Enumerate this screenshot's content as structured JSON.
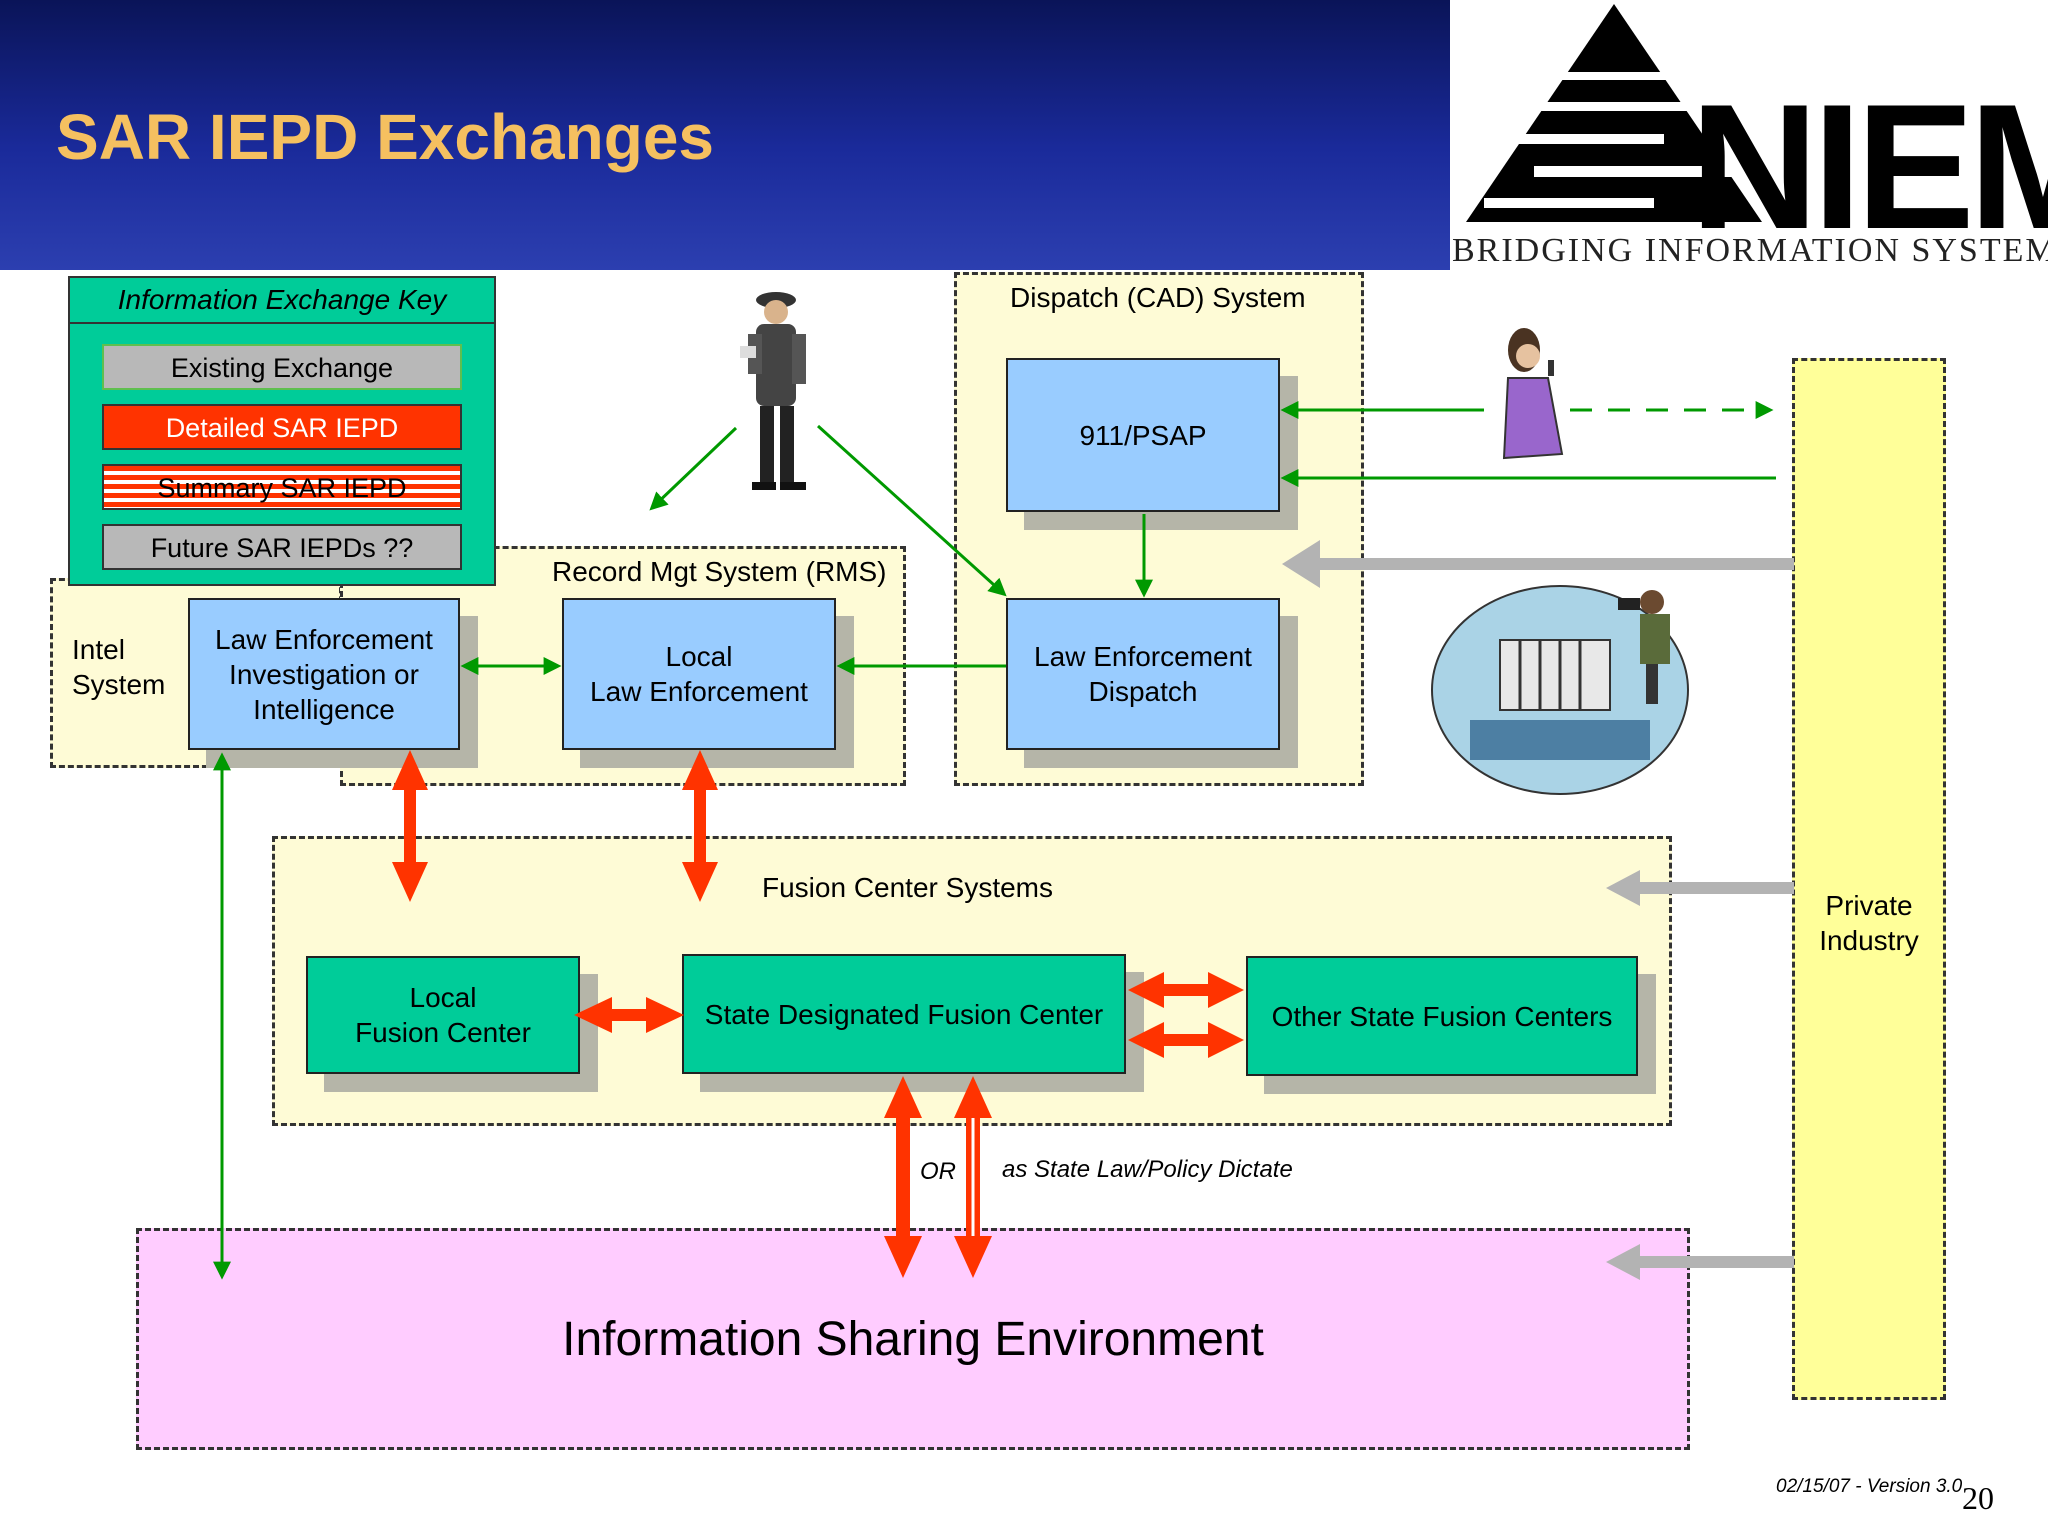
{
  "title": "SAR IEPD Exchanges",
  "logo": {
    "word": "NIEM",
    "tagline": "BRIDGING INFORMATION SYSTEMS"
  },
  "key": {
    "heading": "Information Exchange Key",
    "items": [
      "Existing Exchange",
      "Detailed SAR IEPD",
      "Summary SAR IEPD",
      "Future SAR IEPDs ??"
    ]
  },
  "regions": {
    "intel": [
      "Intel",
      "System"
    ],
    "rms": "Record Mgt System (RMS)",
    "cad": "Dispatch (CAD) System",
    "fusion": "Fusion Center Systems",
    "private": [
      "Private",
      "Industry"
    ],
    "ise": "Information Sharing Environment"
  },
  "boxes": {
    "le_investigation": [
      "Law Enforcement",
      "Investigation or",
      "Intelligence"
    ],
    "local_le": [
      "Local",
      "Law Enforcement"
    ],
    "psap": "911/PSAP",
    "le_dispatch": [
      "Law Enforcement",
      "Dispatch"
    ],
    "local_fusion": [
      "Local",
      "Fusion Center"
    ],
    "state_fusion": "State Designated Fusion Center",
    "other_fusion": "Other State Fusion Centers"
  },
  "notes": {
    "or": "OR",
    "policy": "as State Law/Policy Dictate"
  },
  "footer": {
    "version": "02/15/07 - Version 3.0",
    "page": "20"
  },
  "colors": {
    "existing": "#009900",
    "detailed": "#ff3300",
    "future": "#b3b3b3",
    "fusion_box": "#00cc99",
    "system_box": "#99ccff"
  }
}
